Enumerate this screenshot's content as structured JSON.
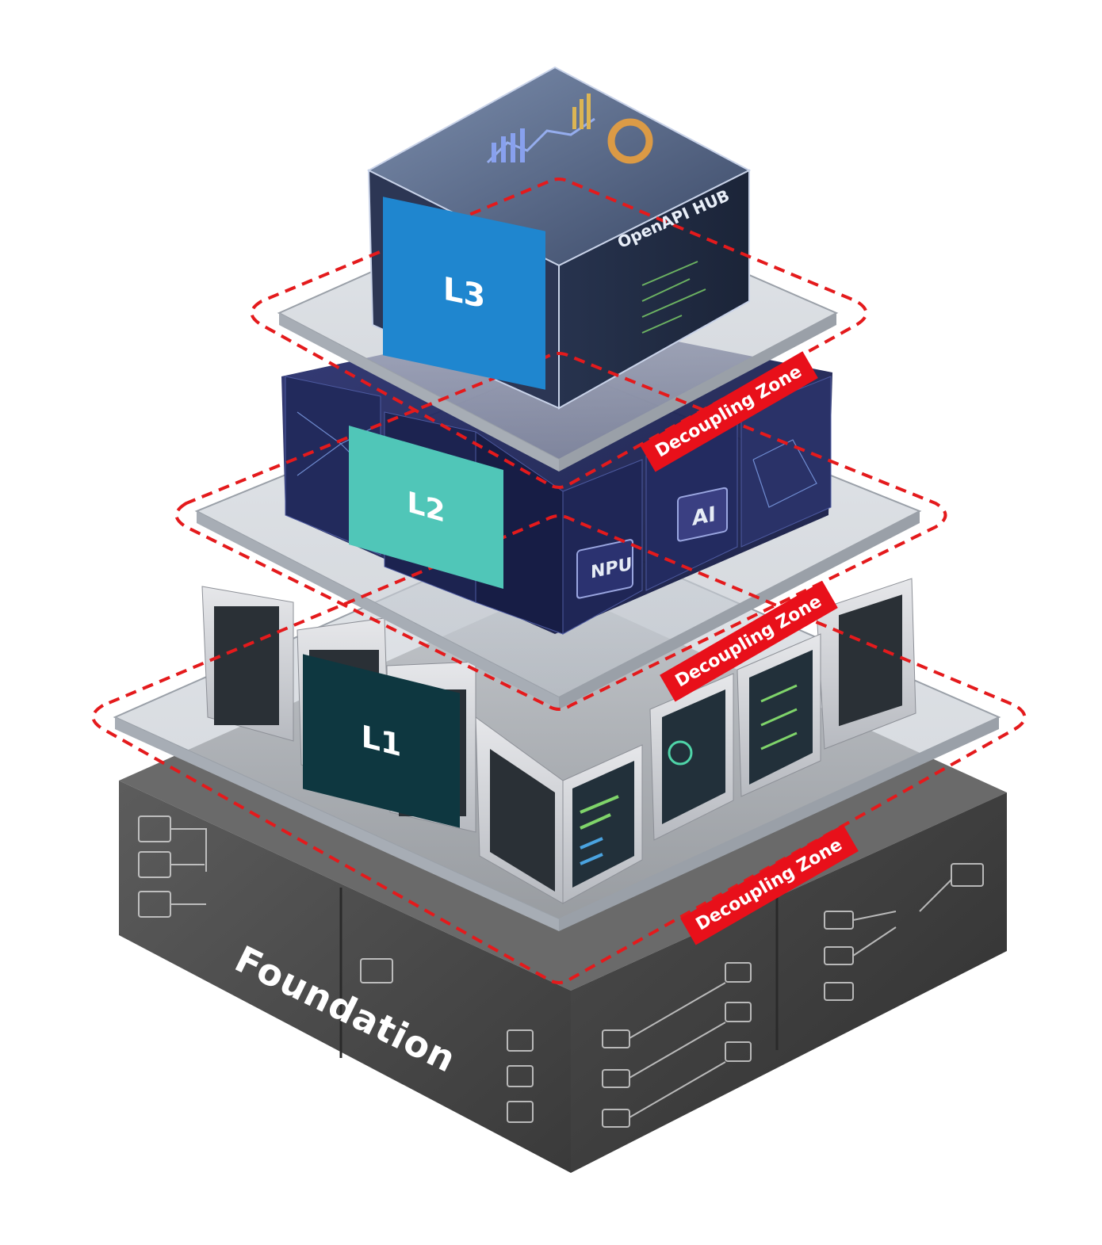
{
  "layers": {
    "l3": "L3",
    "l2": "L2",
    "l1": "L1",
    "foundation": "Foundation"
  },
  "hub_label": "OpenAPI HUB",
  "chips": {
    "npu": "NPU",
    "ai": "AI"
  },
  "zones": [
    "Decoupling Zone",
    "Decoupling Zone",
    "Decoupling Zone"
  ],
  "colors": {
    "l3_badge": "#1f86cf",
    "l2_badge": "#50c6b8",
    "l1_badge": "#0e3740",
    "zone": "#e8101a",
    "foundation": "#4a4a4a"
  }
}
